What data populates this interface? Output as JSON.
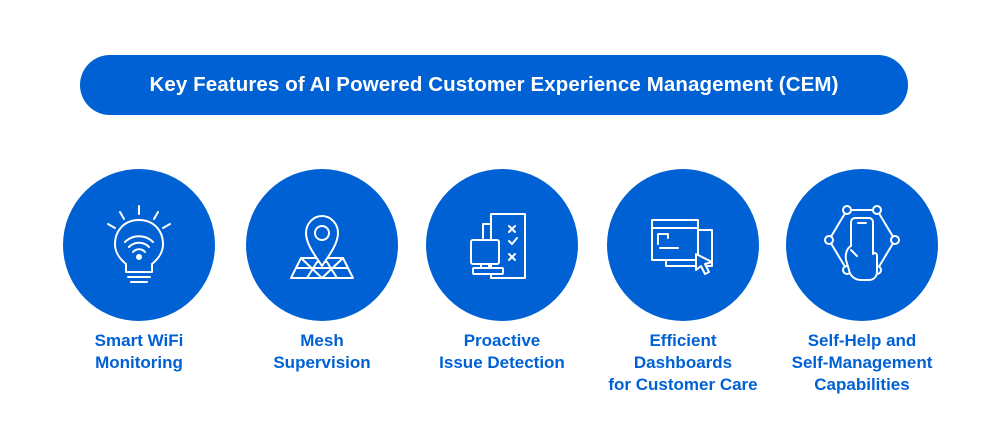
{
  "header": {
    "title": "Key Features of AI Powered Customer Experience Management (CEM)"
  },
  "colors": {
    "brand": "#0061d4",
    "background": "#ffffff",
    "icon_stroke": "#ffffff"
  },
  "features": [
    {
      "icon": "wifi-lightbulb-icon",
      "label_lines": [
        "Smart WiFi",
        "Monitoring"
      ]
    },
    {
      "icon": "location-pin-map-icon",
      "label_lines": [
        "Mesh",
        "Supervision"
      ]
    },
    {
      "icon": "monitor-checklist-icon",
      "label_lines": [
        "Proactive",
        "Issue Detection"
      ]
    },
    {
      "icon": "dashboard-cursor-icon",
      "label_lines": [
        "Efficient",
        "Dashboards",
        "for Customer Care"
      ]
    },
    {
      "icon": "hand-phone-network-icon",
      "label_lines": [
        "Self-Help and",
        "Self-Management",
        "Capabilities"
      ]
    }
  ]
}
